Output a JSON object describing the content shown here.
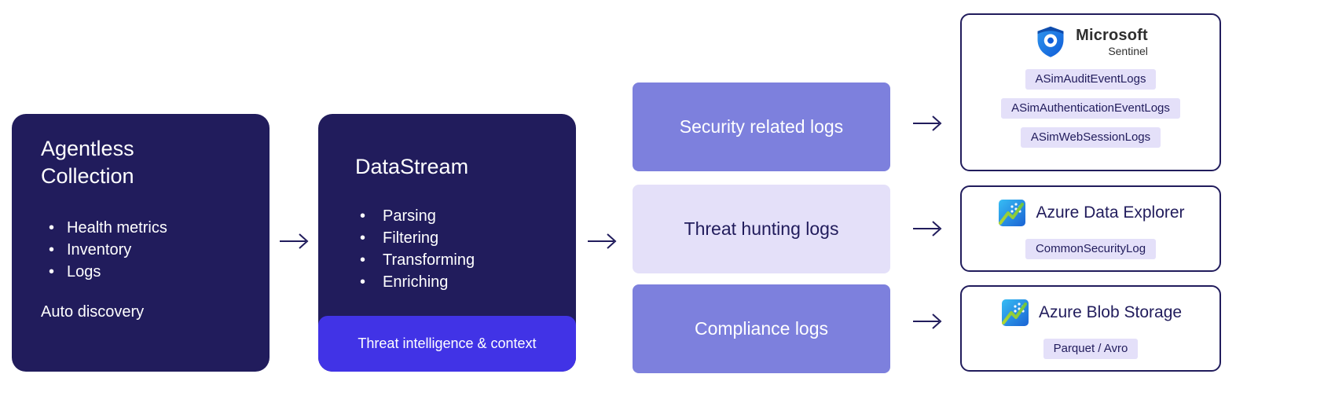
{
  "colors": {
    "navy": "#211C5C",
    "accent_blue": "#4133E6",
    "periwinkle": "#7D80DD",
    "lavender": "#E4E0F9",
    "sentinel_blue": "#0F5BD7",
    "background": "#FFFFFF"
  },
  "agentless": {
    "title": "Agentless Collection",
    "bullets": [
      "Health metrics",
      "Inventory",
      "Logs"
    ],
    "note": "Auto discovery"
  },
  "datastream": {
    "title": "DataStream",
    "bullets": [
      "Parsing",
      "Filtering",
      "Transforming",
      "Enriching"
    ],
    "banner": "Threat intelligence & context"
  },
  "log_streams": {
    "security": "Security related logs",
    "threat_hunting": "Threat hunting logs",
    "compliance": "Compliance logs"
  },
  "destinations": {
    "sentinel": {
      "brand": "Microsoft",
      "product": "Sentinel",
      "icon": "sentinel-shield-icon",
      "tables": [
        "ASimAuditEventLogs",
        "ASimAuthenticationEventLogs",
        "ASimWebSessionLogs"
      ]
    },
    "data_explorer": {
      "title": "Azure Data Explorer",
      "icon": "azure-data-explorer-icon",
      "tables": [
        "CommonSecurityLog"
      ]
    },
    "blob_storage": {
      "title": "Azure Blob Storage",
      "icon": "azure-blob-storage-icon",
      "tables": [
        "Parquet / Avro"
      ]
    }
  }
}
